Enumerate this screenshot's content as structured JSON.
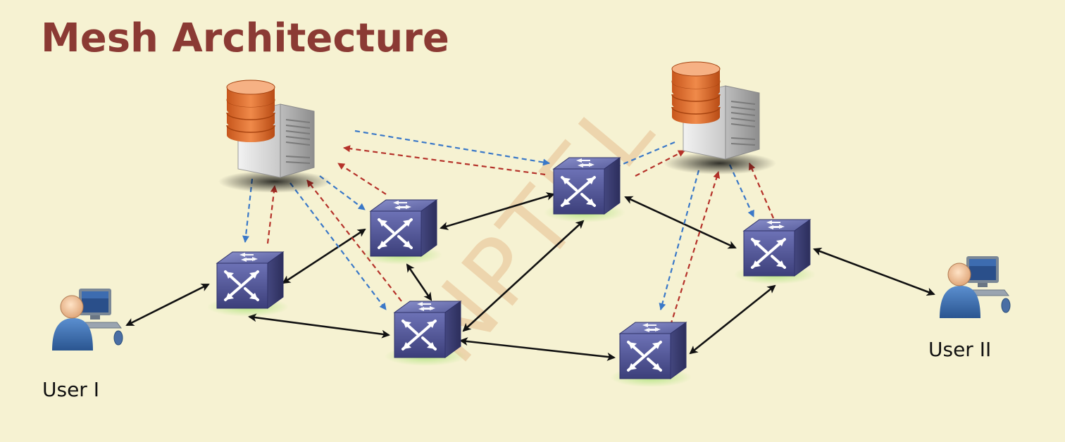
{
  "title": "Mesh Architecture",
  "users": {
    "user1": "User I",
    "user2": "User II"
  },
  "watermark": "NPTEL",
  "colors": {
    "background": "#f6f2d2",
    "title": "#8b3a34",
    "switch": "#5a5f9e",
    "link": "#111111",
    "dashed_blue": "#3a78c8",
    "dashed_red": "#b5322a"
  },
  "nodes": {
    "servers": [
      "server-left",
      "server-right"
    ],
    "switches": [
      "switch-a",
      "switch-b",
      "switch-c",
      "switch-d",
      "switch-e",
      "switch-f"
    ],
    "users": [
      "user-1",
      "user-2"
    ]
  }
}
